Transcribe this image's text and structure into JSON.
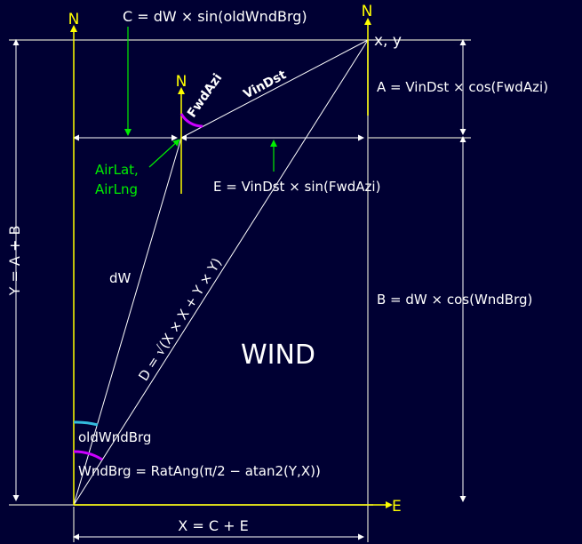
{
  "colors": {
    "background": "#000033",
    "yellow": "#FFFF00",
    "green": "#00EE00",
    "white": "#FFFFFF",
    "gray": "#B0B0B0",
    "purple": "#CC00FF",
    "cyan": "#33BBDD"
  },
  "north_labels": {
    "left": "N",
    "middle": "N",
    "right": "N"
  },
  "east_label": "E",
  "point_xy": "x, y",
  "air_lat": "AirLat,",
  "air_lng": "AirLng",
  "eq_c": "C = dW × sin(oldWndBrg)",
  "eq_a": "A = VinDst × cos(FwdAzi)",
  "eq_e": "E = VinDst × sin(FwdAzi)",
  "eq_b": "B = dW × cos(WndBrg)",
  "eq_y": "Y = A + B",
  "eq_x": "X = C + E",
  "eq_d": "D = √(X × X + Y × Y)",
  "eq_wndbrg": "WndBrg = RatAng(π/2 − atan2(Y,X))",
  "label_fwdazi": "FwdAzi",
  "label_vindst": "VinDst",
  "label_dw": "dW",
  "label_oldwndbrg": "oldWndBrg",
  "label_wind": "WIND"
}
